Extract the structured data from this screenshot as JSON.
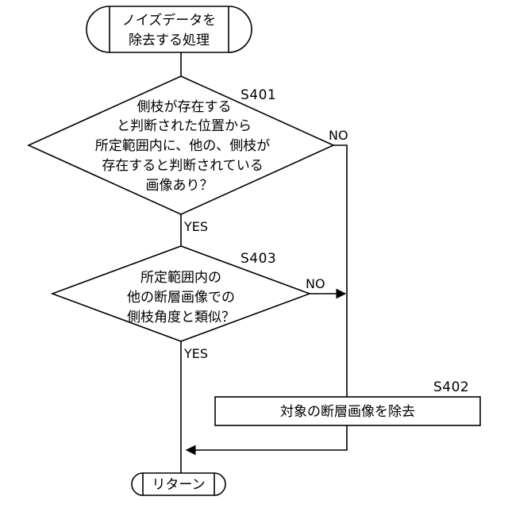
{
  "start": {
    "lines": [
      "ノイズデータを",
      "除去する処理"
    ]
  },
  "s401": {
    "step": "S401",
    "lines": [
      "側枝が存在する",
      "と判断された位置から",
      "所定範囲内に、他の、側枝が",
      "存在すると判断されている",
      "画像あり？"
    ],
    "no_label": "NO",
    "yes_label": "YES"
  },
  "s403": {
    "step": "S403",
    "lines": [
      "所定範囲内の",
      "他の断層画像での",
      "側枝角度と類似？"
    ],
    "no_label": "NO",
    "yes_label": "YES"
  },
  "s402": {
    "step": "S402",
    "text": "対象の断層画像を除去"
  },
  "end": {
    "text": "リターン"
  }
}
